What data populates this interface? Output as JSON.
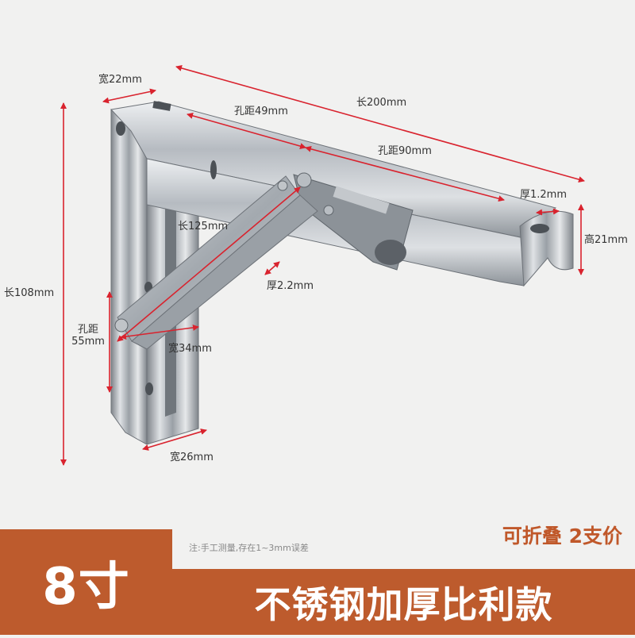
{
  "dimensions": {
    "width_top": "宽22mm",
    "length_200": "长200mm",
    "hole_49": "孔距49mm",
    "hole_90": "孔距90mm",
    "thickness_12": "厚1.2mm",
    "height_21": "高21mm",
    "length_125": "长125mm",
    "thickness_22": "厚2.2mm",
    "length_108": "长108mm",
    "hole_55_line1": "孔距",
    "hole_55_line2": "55mm",
    "width_34": "宽34mm",
    "width_26": "宽26mm"
  },
  "banner": {
    "size": "8寸",
    "note": "注:手工测量,存在1~3mm误差",
    "feature": "可折叠  2支价",
    "product": "不锈钢加厚比利款"
  },
  "colors": {
    "accent": "#bd5b2d",
    "dimension_line": "#d9232e"
  }
}
